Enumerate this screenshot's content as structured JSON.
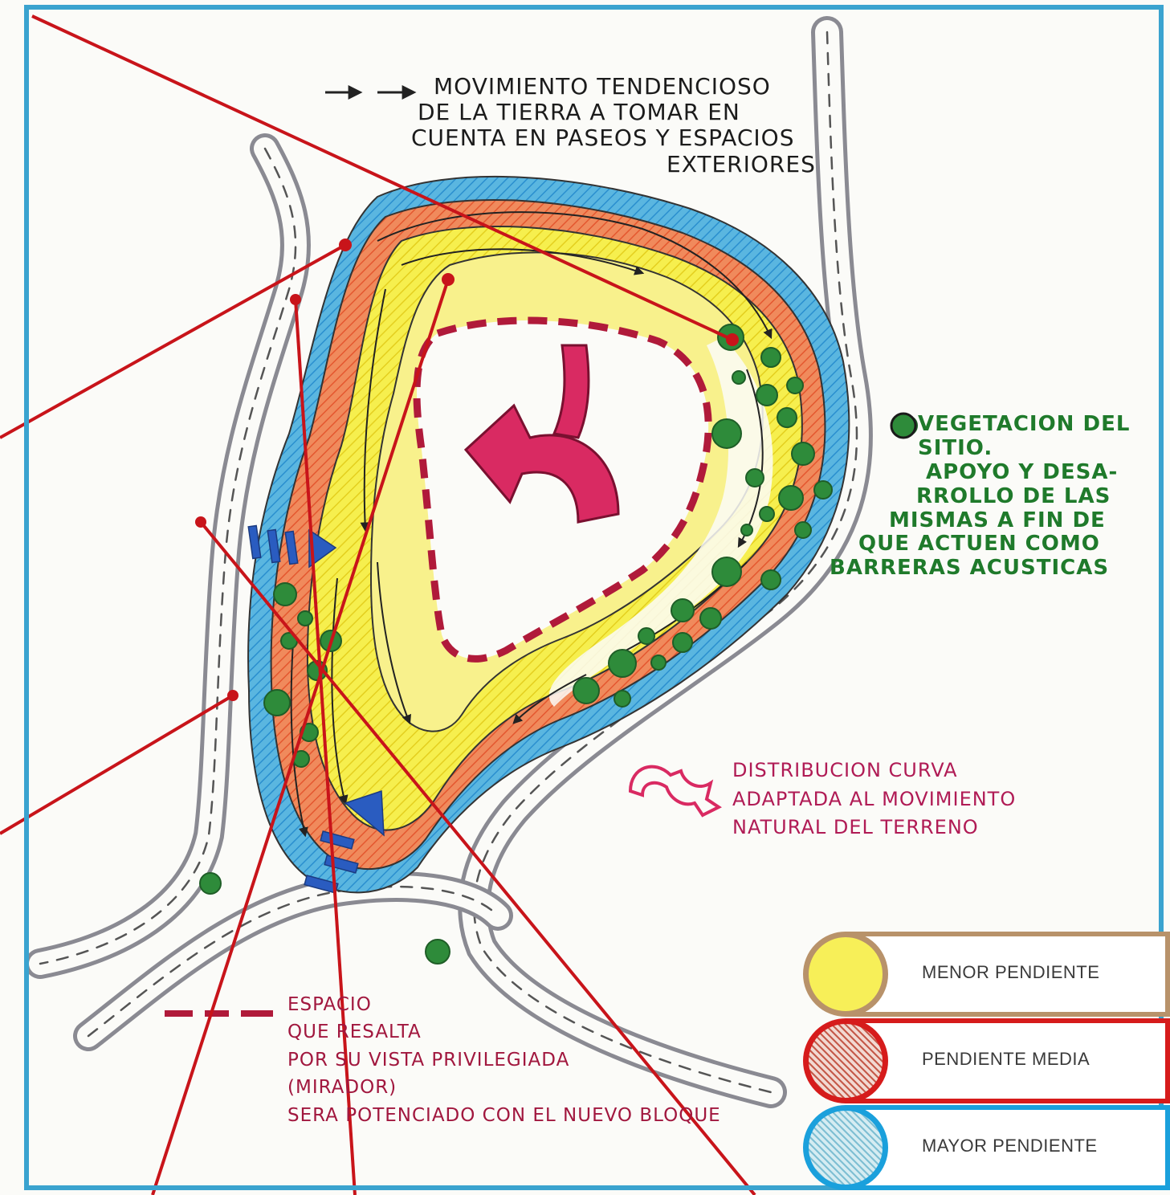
{
  "notes": {
    "movement": [
      "Movimiento Tendencioso",
      "de la tierra a tomar en",
      "cuenta en paseos y espacios",
      "exteriores"
    ],
    "vegetation": [
      "Vegetacion del",
      "sitio.",
      "Apoyo y desa-",
      "rrollo de las",
      "mismas a fin de",
      "que actuen como",
      "barreras acusticas"
    ],
    "curve": [
      "Distribucion curva",
      "adaptada al movimiento",
      "natural del terreno"
    ],
    "mirador": [
      "Espacio",
      "que resalta",
      "por su vista privilegiada",
      "(mirador)",
      "sera potenciado con el nuevo bloque"
    ]
  },
  "legend": [
    {
      "label": "MENOR PENDIENTE",
      "color": "#b8926a",
      "fill": "#f5ee55"
    },
    {
      "label": "PENDIENTE MEDIA",
      "color": "#d61b1b",
      "fill": "#d9836b"
    },
    {
      "label": "MAYOR PENDIENTE",
      "color": "#1aa0dc",
      "fill": "#8fc9d9"
    }
  ],
  "colors": {
    "frame": "#3aa3cf",
    "leader_lines": "#c8141a",
    "vegetation": "#2e8b3a",
    "mirador_dash": "#b01a3a",
    "curve_arrow": "#d92a62",
    "road": "#8a8a92"
  },
  "icons": [
    "arrow-icon",
    "vegetation-dot-icon",
    "dash-legend-icon",
    "curve-arrow-icon"
  ]
}
